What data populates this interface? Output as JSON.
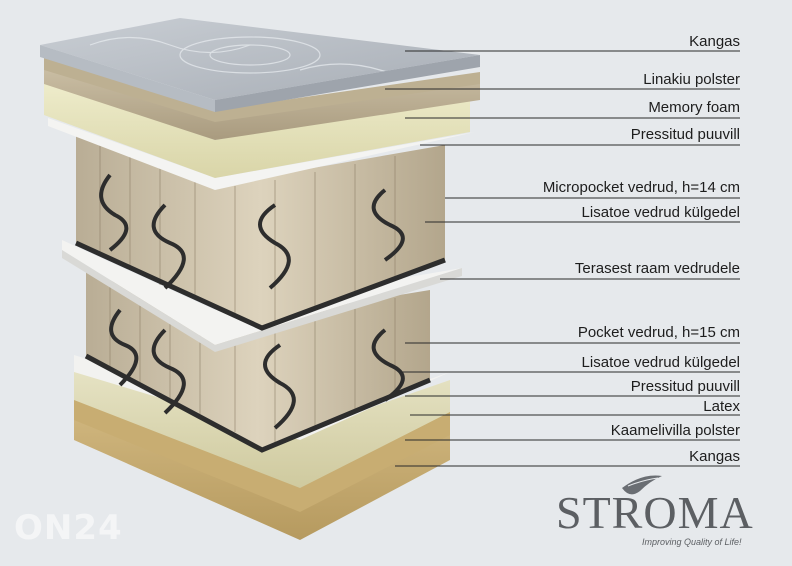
{
  "layers": [
    "Kangas",
    "Linakiu polster",
    "Memory foam",
    "Pressitud puuvill",
    "Micropocket vedrud, h=14 cm",
    "Lisatoe vedrud külgedel",
    "Terasest raam vedrudele",
    "Pocket vedrud, h=15 cm",
    "Lisatoe vedrud külgedel",
    "Pressitud puuvill",
    "Latex",
    "Kaamelivilla polster",
    "Kangas"
  ],
  "brand": {
    "name": "STROMA",
    "tagline": "Improving Quality of Life!"
  },
  "watermark": "ON24",
  "colors": {
    "background": "#e6e9ec",
    "label_text": "#1d1d1d",
    "brand_text": "#5c5f63"
  }
}
